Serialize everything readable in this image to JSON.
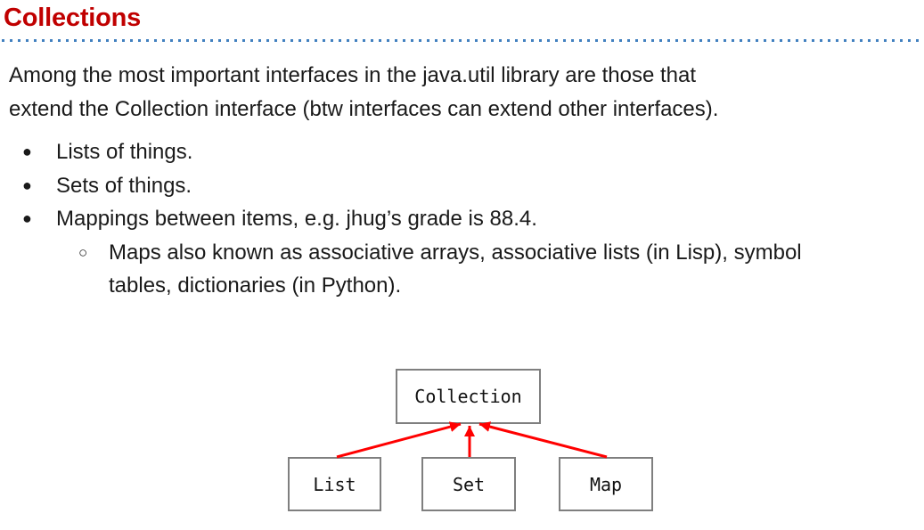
{
  "slide": {
    "title": "Collections",
    "intro_lines": [
      "Among the most important interfaces in the java.util library are those that",
      "extend the Collection interface (btw interfaces can extend other interfaces)."
    ],
    "bullets": [
      {
        "marker": "●",
        "label": "Lists of things."
      },
      {
        "marker": "●",
        "label": "Sets of things."
      },
      {
        "marker": "●",
        "label": "Mappings between items, e.g. jhug’s grade is 88.4."
      }
    ],
    "sub_bullet": {
      "marker": "○",
      "lines": [
        "Maps also known as associative arrays, associative lists (in Lisp), symbol",
        "tables, dictionaries (in Python)."
      ]
    }
  },
  "diagram": {
    "parent": "Collection",
    "children": [
      "List",
      "Set",
      "Map"
    ],
    "relationship": "extends"
  },
  "theme": {
    "title_color": "#c00000",
    "divider_dot_color": "#4180bf",
    "text_color": "#1a1a1a",
    "box_border_color": "#7f7f7f",
    "arrow_color": "#ff0000",
    "background": "#ffffff"
  }
}
